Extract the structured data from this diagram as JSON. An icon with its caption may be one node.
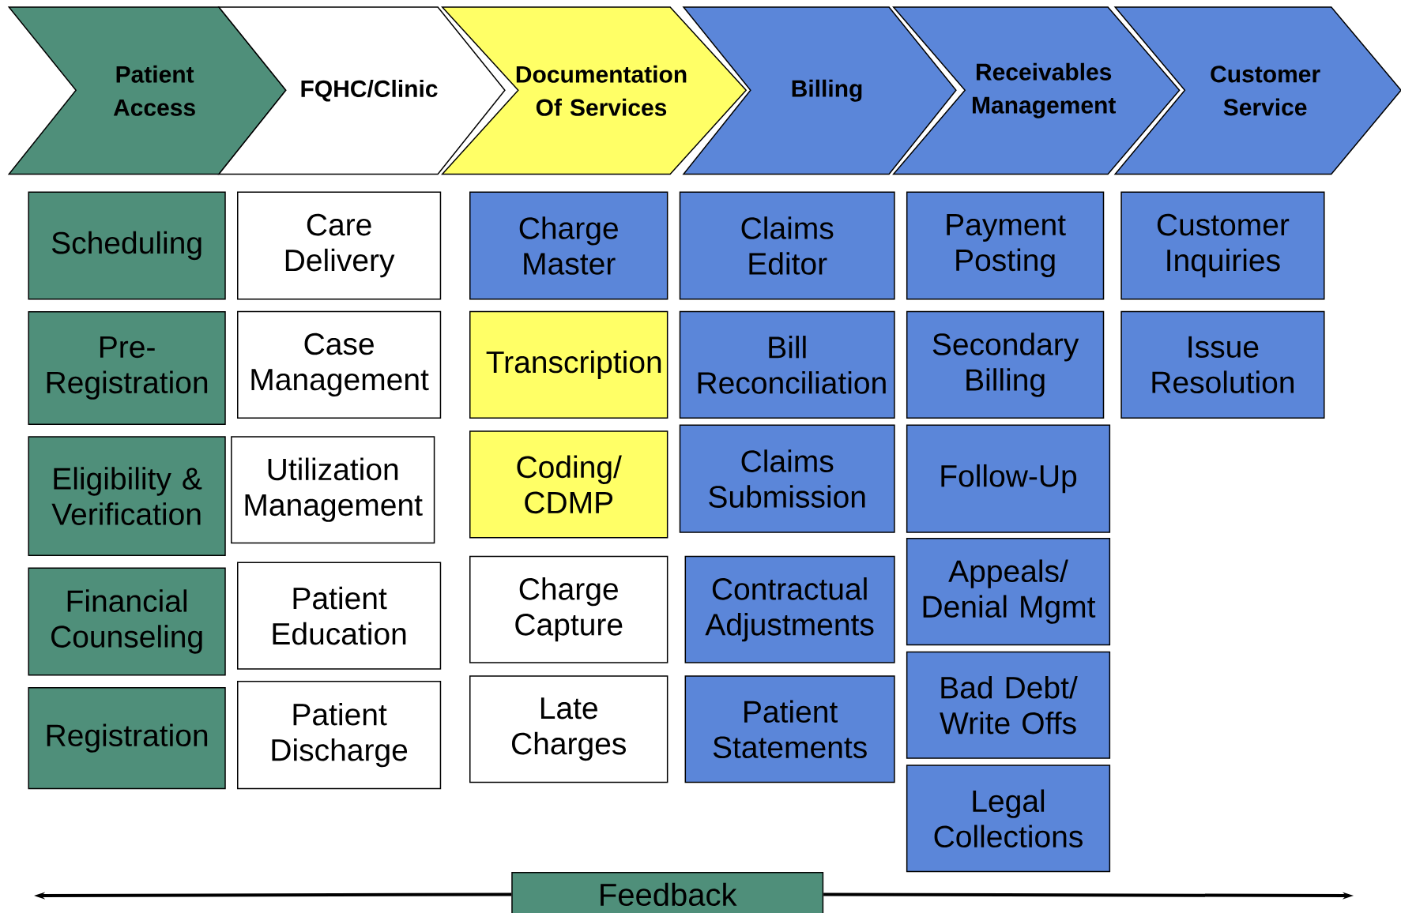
{
  "diagram": {
    "nodes": [
      {
        "text": [
          "Patient Access"
        ]
      },
      {
        "text": [
          "FQHC/**Clinic**"
        ]
      },
      {
        "text": [
          "Documentation Of Services"
        ]
      },
      {
        "text": [
          "Billing"
        ]
      },
      {
        "text": [
          "Receivables Management"
        ]
      },
      {
        "text": [
          "Customer Service"
        ]
      },
      {
        "text": [
          "Scheduling"
        ]
      },
      {
        "text": [
          "Pre-Registration"
        ]
      },
      {
        "text": [
          "Eligibility & Verification"
        ]
      },
      {
        "text": [
          "Financial Counseling"
        ]
      },
      {
        "text": [
          "Registration"
        ]
      },
      {
        "text": [
          "Care Delivery"
        ]
      },
      {
        "text": [
          "Case Management"
        ]
      },
      {
        "text": [
          "Utilization Management"
        ]
      },
      {
        "text": [
          "Patient Education"
        ]
      },
      {
        "text": [
          "Patient Discharge"
        ]
      },
      {
        "text": [
          "Charge Master"
        ]
      },
      {
        "text": [
          "Transcription"
        ]
      },
      {
        "text": [
          "Coding/ CDMP"
        ]
      },
      {
        "text": [
          "Charge Capture"
        ]
      },
      {
        "text": [
          "Late Charges"
        ]
      },
      {
        "text": [
          "Claims Editor"
        ]
      },
      {
        "text": [
          "Bill Reconciliation"
        ]
      },
      {
        "text": [
          "Claims Submission"
        ]
      },
      {
        "text": [
          "Contractual Adjustments"
        ]
      },
      {
        "text": [
          "Patient Statements"
        ]
      },
      {
        "text": [
          "Payment Posting"
        ]
      },
      {
        "text": [
          "Secondary Billing"
        ]
      },
      {
        "text": [
          "Follow-Up"
        ]
      },
      {
        "text": [
          "Appeals/ Denial Mgmt"
        ]
      },
      {
        "text": [
          "Bad Debt/ Write Offs"
        ]
      },
      {
        "text": [
          "Legal Collections"
        ]
      },
      {
        "text": [
          "Customer Inquiries"
        ]
      },
      {
        "text": [
          "Issue Resolution"
        ]
      },
      {
        "text": [
          "Feedback"
        ]
      }
    ],
    "edges": [
      {
        "from": 34,
        "to": null,
        "arrow": "to"
      },
      {
        "from": 34,
        "to": null,
        "arrow": "to"
      }
    ]
  }
}
